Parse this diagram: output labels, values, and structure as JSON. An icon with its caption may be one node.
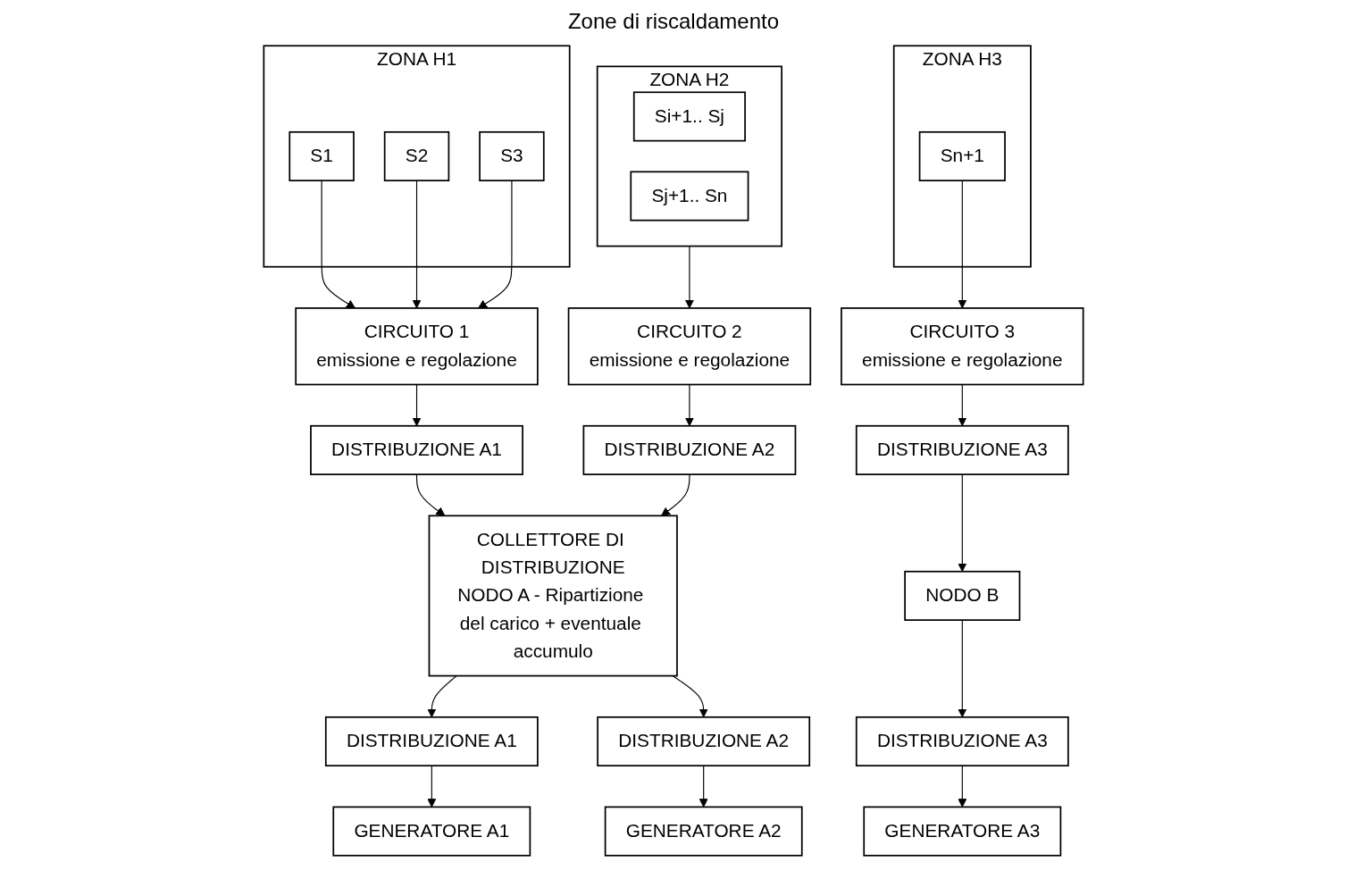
{
  "diagram": {
    "title": "Zone di riscaldamento",
    "nodes": [
      {
        "text": [
          "ZONA H1"
        ]
      },
      {
        "text": [
          "S1"
        ],
        "in": 0
      },
      {
        "text": [
          "S2"
        ],
        "in": 0
      },
      {
        "text": [
          "S3"
        ],
        "in": 0
      },
      {
        "text": [
          "ZONA H2"
        ]
      },
      {
        "text": [
          "Si+1.. Sj"
        ],
        "in": 4
      },
      {
        "text": [
          "Sj+1.. Sn"
        ],
        "in": 4
      },
      {
        "text": [
          "ZONA H3"
        ]
      },
      {
        "text": [
          "Sn+1"
        ],
        "in": 7
      },
      {
        "text": [
          "CIRCUITO 1",
          "emissione e regolazione"
        ]
      },
      {
        "text": [
          "CIRCUITO 2",
          "emissione e regolazione"
        ]
      },
      {
        "text": [
          "CIRCUITO 3",
          "emissione e regolazione"
        ]
      },
      {
        "text": [
          "DISTRIBUZIONE A1"
        ]
      },
      {
        "text": [
          "DISTRIBUZIONE A2"
        ]
      },
      {
        "text": [
          "DISTRIBUZIONE A3"
        ]
      },
      {
        "text": [
          "COLLETTORE DI DISTRIBUZIONE",
          "NODO A - Ripartizione del carico + eventuale accumulo"
        ]
      },
      {
        "text": [
          "NODO B"
        ]
      },
      {
        "text": [
          "DISTRIBUZIONE A1"
        ]
      },
      {
        "text": [
          "DISTRIBUZIONE A2"
        ]
      },
      {
        "text": [
          "DISTRIBUZIONE A3"
        ]
      },
      {
        "text": [
          "GENERATORE A1"
        ]
      },
      {
        "text": [
          "GENERATORE A2"
        ]
      },
      {
        "text": [
          "GENERATORE A3"
        ]
      }
    ],
    "edges": [
      {
        "from": 1,
        "to": 9,
        "arrow": "to"
      },
      {
        "from": 2,
        "to": 9,
        "arrow": "to"
      },
      {
        "from": 3,
        "to": 9,
        "arrow": "to"
      },
      {
        "from": 4,
        "to": 10,
        "arrow": "to"
      },
      {
        "from": 8,
        "to": 11,
        "arrow": "to"
      },
      {
        "from": 9,
        "to": 12,
        "arrow": "to"
      },
      {
        "from": 10,
        "to": 13,
        "arrow": "to"
      },
      {
        "from": 11,
        "to": 14,
        "arrow": "to"
      },
      {
        "from": 12,
        "to": 15,
        "arrow": "to"
      },
      {
        "from": 13,
        "to": 15,
        "arrow": "to"
      },
      {
        "from": 14,
        "to": 16,
        "arrow": "to"
      },
      {
        "from": 15,
        "to": 17,
        "arrow": "to"
      },
      {
        "from": 15,
        "to": 18,
        "arrow": "to"
      },
      {
        "from": 16,
        "to": 19,
        "arrow": "to"
      },
      {
        "from": 17,
        "to": 20,
        "arrow": "to"
      },
      {
        "from": 18,
        "to": 21,
        "arrow": "to"
      },
      {
        "from": 19,
        "to": 22,
        "arrow": "to"
      }
    ]
  }
}
